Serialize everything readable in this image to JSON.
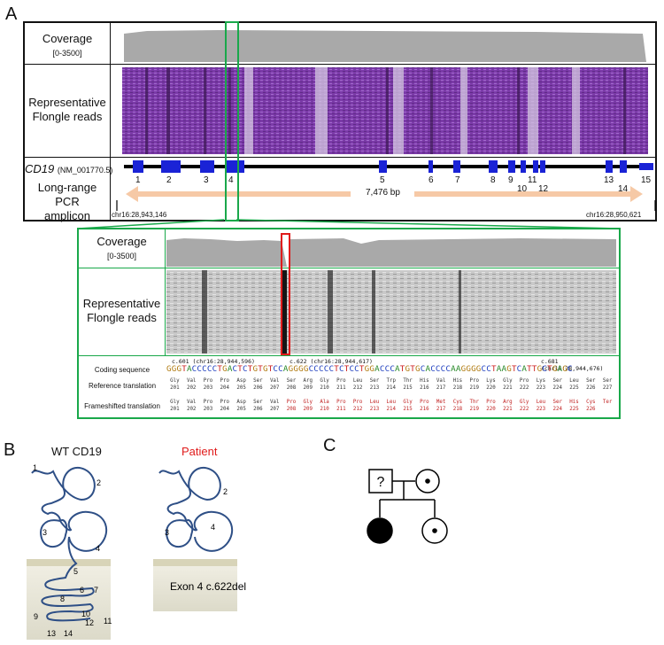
{
  "panels": {
    "A": "A",
    "B": "B",
    "C": "C"
  },
  "panelA": {
    "coverage_label": "Coverage",
    "coverage_range": "[0-3500]",
    "reads_label_1": "Representative",
    "reads_label_2": "Flongle reads",
    "gene_name": "CD19",
    "transcript": "(NM_001770.5)",
    "amplicon_label_1": "Long-range PCR",
    "amplicon_label_2": "amplicon",
    "amplicon_length": "7,476 bp",
    "coord_start": "chr16:28,943,146",
    "coord_end": "chr16:28,950,621",
    "exons": [
      "1",
      "2",
      "3",
      "4",
      "5",
      "6",
      "7",
      "8",
      "9",
      "10",
      "11",
      "12",
      "13",
      "14",
      "15"
    ],
    "zoom": {
      "coverage_label": "Coverage",
      "coverage_range": "[0-3500]",
      "reads_label_1": "Representative",
      "reads_label_2": "Flongle reads",
      "coding_sequence_label": "Coding sequence",
      "reference_translation_label": "Reference translation",
      "frameshift_translation_label": "Frameshifted translation",
      "pos_left": "c.601 (chr16:28,944,596)",
      "pos_mid": "c.622 (chr16:28,944,617)",
      "pos_right": "c.681 (chr16:28,944,676)",
      "sequence": "GGGTACCCCCTGACTCTGTGTCCAGGGGCCCCCTCTCCTGGACCCATGTGCACCCCAAGGGGCCTAAGTCATTGCTGAGC",
      "ref_aa": [
        "Gly",
        "Val",
        "Pro",
        "Pro",
        "Asp",
        "Ser",
        "Val",
        "Ser",
        "Arg",
        "Gly",
        "Pro",
        "Leu",
        "Ser",
        "Trp",
        "Thr",
        "His",
        "Val",
        "His",
        "Pro",
        "Lys",
        "Gly",
        "Pro",
        "Lys",
        "Ser",
        "Leu",
        "Ser",
        "Ser"
      ],
      "ref_num": [
        "201",
        "202",
        "203",
        "204",
        "205",
        "206",
        "207",
        "208",
        "209",
        "210",
        "211",
        "212",
        "213",
        "214",
        "215",
        "216",
        "217",
        "218",
        "219",
        "220",
        "221",
        "222",
        "223",
        "224",
        "225",
        "226",
        "227"
      ],
      "fs_aa": [
        "Gly",
        "Val",
        "Pro",
        "Pro",
        "Asp",
        "Ser",
        "Val",
        "Pro",
        "Gly",
        "Ala",
        "Pro",
        "Pro",
        "Leu",
        "Leu",
        "Gly",
        "Pro",
        "Met",
        "Cys",
        "Thr",
        "Pro",
        "Arg",
        "Gly",
        "Leu",
        "Ser",
        "His",
        "Cys",
        "Ter"
      ],
      "fs_num": [
        "201",
        "202",
        "203",
        "204",
        "205",
        "206",
        "207",
        "208",
        "209",
        "210",
        "211",
        "212",
        "213",
        "214",
        "215",
        "216",
        "217",
        "218",
        "219",
        "220",
        "221",
        "222",
        "223",
        "224",
        "225",
        "226"
      ]
    }
  },
  "panelB": {
    "wt_title": "WT CD19",
    "patient_title": "Patient",
    "patient_color": "#e01b1b",
    "wt_labels": [
      "1",
      "2",
      "3",
      "4",
      "5",
      "6",
      "7",
      "8",
      "9",
      "10",
      "11",
      "12",
      "13",
      "14"
    ],
    "patient_labels": [
      "2",
      "3",
      "4"
    ],
    "mutation_label": "Exon 4 c.622del",
    "protein_color": "#2e4f86"
  },
  "panelC": {
    "unknown_symbol": "?"
  },
  "colors": {
    "accent_green": "#19a84a",
    "exon_blue": "#1a23d6",
    "amplicon": "#f6c9a6",
    "coverage_gray": "#a9a9a9",
    "reads_purple": "#8a4bb8",
    "highlight_red": "#e01b1b"
  }
}
